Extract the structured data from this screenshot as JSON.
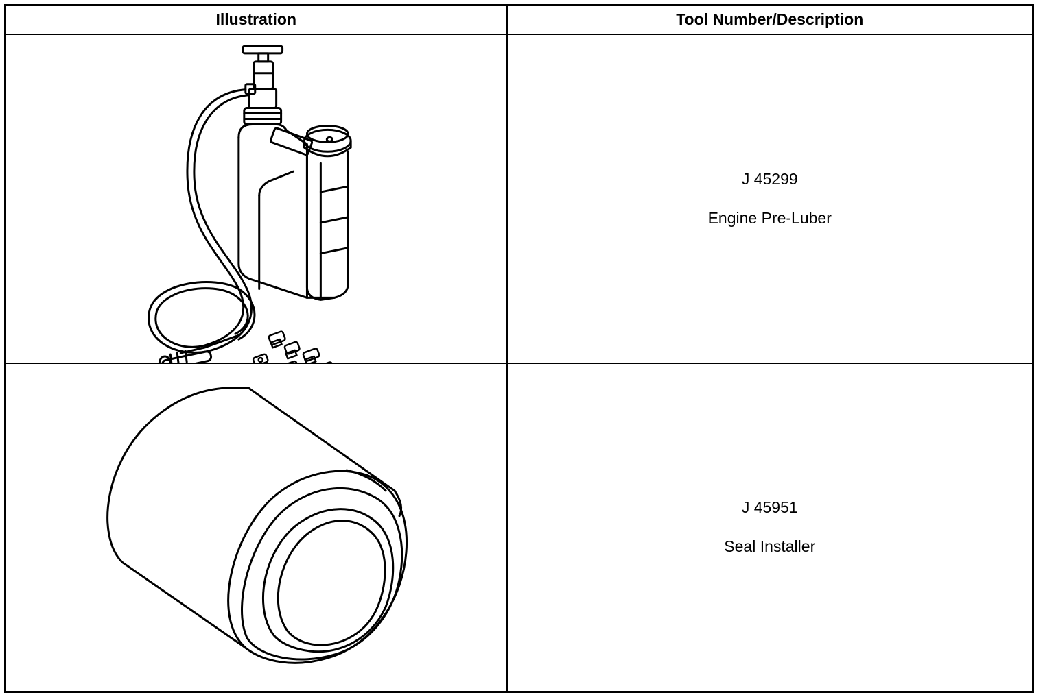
{
  "header": {
    "illustration_label": "Illustration",
    "description_label": "Tool Number/Description"
  },
  "tools": [
    {
      "number": "J 45299",
      "description": "Engine Pre-Luber",
      "illustration_icon": "oil-pump-canister-icon"
    },
    {
      "number": "J 45951",
      "description": "Seal Installer",
      "illustration_icon": "seal-installer-cylinder-icon"
    }
  ]
}
